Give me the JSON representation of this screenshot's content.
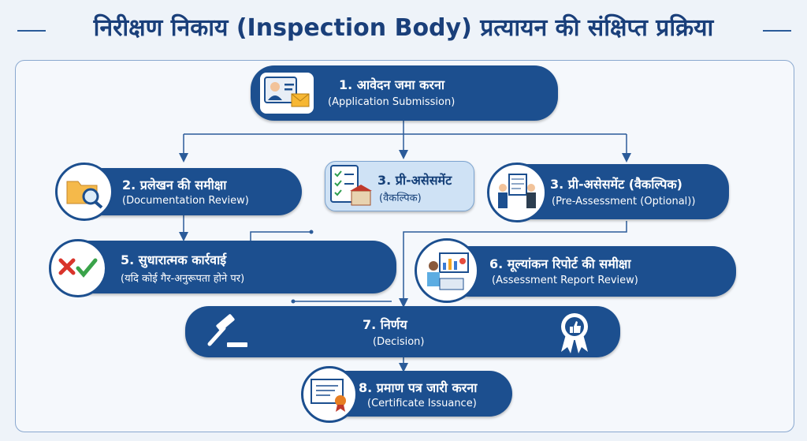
{
  "title": "निरीक्षण निकाय (Inspection Body) प्रत्यायन की संक्षिप्त प्रक्रिया",
  "steps": {
    "s1": {
      "hi": "1. आवेदन जमा करना",
      "en": "(Application Submission)",
      "icon": "applicant-mail-icon"
    },
    "s2": {
      "hi": "2. प्रलेखन की समीक्षा",
      "en": "(Documentation Review)",
      "icon": "folder-magnifier-icon"
    },
    "s3a": {
      "hi": "3. प्री-असेसमेंट",
      "en": "(वैकल्पिक)",
      "icon": "checklist-building-icon"
    },
    "s3b": {
      "hi": "3. प्री-असेसमेंट (वैकल्पिक)",
      "en": "(Pre-Assessment (Optional))",
      "icon": "team-board-icon"
    },
    "s5": {
      "hi": "5. सुधारात्मक कार्रवाई",
      "en": "(यदि कोई गैर-अनुरूपता होने पर)",
      "icon": "cross-check-icon"
    },
    "s6": {
      "hi": "6. मूल्यांकन रिपोर्ट की समीक्षा",
      "en": "(Assessment Report Review)",
      "icon": "analyst-report-icon"
    },
    "s7": {
      "hi": "7. निर्णय",
      "en": "(Decision)",
      "icon_left": "gavel-icon",
      "icon_right": "approval-badge-icon"
    },
    "s8": {
      "hi": "8. प्रमाण पत्र जारी करना",
      "en": "(Certificate Issuance)",
      "icon": "certificate-icon"
    }
  },
  "colors": {
    "primary": "#1c4f8f",
    "light": "#cfe2f5",
    "background": "#eef3f9",
    "title": "#1a3f7a"
  }
}
